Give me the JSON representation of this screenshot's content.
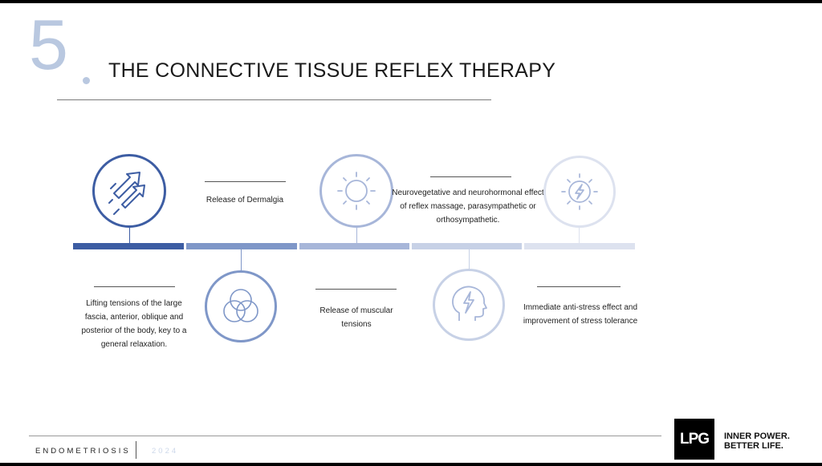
{
  "section": {
    "number": "5",
    "title": "THE CONNECTIVE TISSUE REFLEX THERAPY"
  },
  "colors": {
    "step1": "#3d5da3",
    "step2": "#7f97c8",
    "step3": "#a7b6d9",
    "step4": "#c7d1e6",
    "step5": "#dde2ef",
    "accent_light": "#b9c8e0"
  },
  "steps": [
    {
      "icon": "arrows-up-right-icon",
      "text": "Lifting tensions of the large fascia, anterior, oblique and posterior of the body, key to a general relaxation."
    },
    {
      "icon": "overlapping-circles-icon",
      "text": "Release of Dermalgia"
    },
    {
      "icon": "sun-icon",
      "text": "Release of muscular tensions"
    },
    {
      "icon": "head-lightning-icon",
      "text": "Neurovegetative and neurohormonal effect of reflex massage, parasympathetic or orthosympathetic."
    },
    {
      "icon": "sun-lightning-icon",
      "text": "Immediate anti-stress effect and improvement of stress tolerance"
    }
  ],
  "footer": {
    "label": "ENDOMETRIOSIS",
    "year": "2024",
    "logo": "LPG",
    "tagline_line1": "INNER POWER.",
    "tagline_line2": "BETTER LIFE."
  }
}
